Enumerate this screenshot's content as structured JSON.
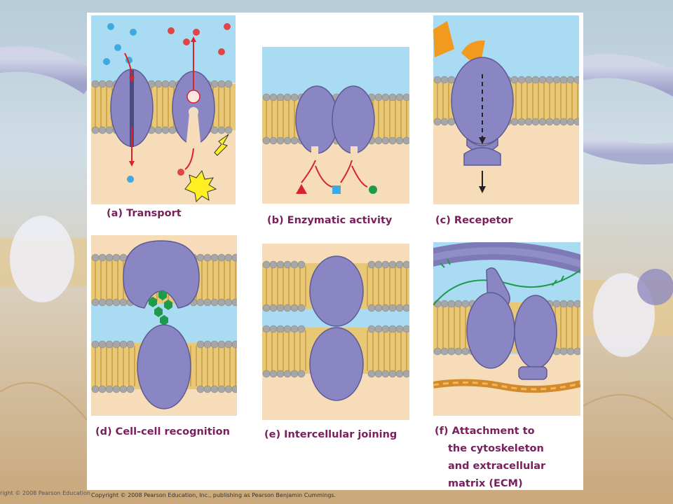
{
  "panels": {
    "a": {
      "caption": "(a) Transport"
    },
    "b": {
      "caption": "(b) Enzymatic activity"
    },
    "c": {
      "caption": "(c) Recepetor"
    },
    "d": {
      "caption": "(d) Cell-cell recognition"
    },
    "e": {
      "caption": "(e) Intercellular joining"
    },
    "f": {
      "caption_lines": [
        "(f) Attachment to",
        "the cytoskeleton",
        "and extracellular",
        "matrix (ECM)"
      ]
    }
  },
  "footer": {
    "left_copyright": "right © 2008 Pearson Education",
    "main_copyright": "Copyright © 2008 Pearson Education, Inc., publishing as Pearson Benjamin Cummings."
  },
  "colors": {
    "extracellular": "#a9dcf2",
    "cytoplasm": "#f6dcb8",
    "lipid_head": "#a7a7a7",
    "lipid_tail": "#d4a84a",
    "protein": "#8a86c4",
    "caption": "#7a1f5c",
    "arrow": "#d8232a",
    "solute_blue": "#3fa9e0",
    "solute_red": "#e0454a",
    "signal_orange": "#f29a1f",
    "zap_yellow": "#ffee22",
    "glyco_green": "#1f9a4a"
  },
  "icons": [
    "membrane-protein",
    "lipid-bilayer",
    "arrow",
    "atp-zap",
    "signal-molecule"
  ]
}
